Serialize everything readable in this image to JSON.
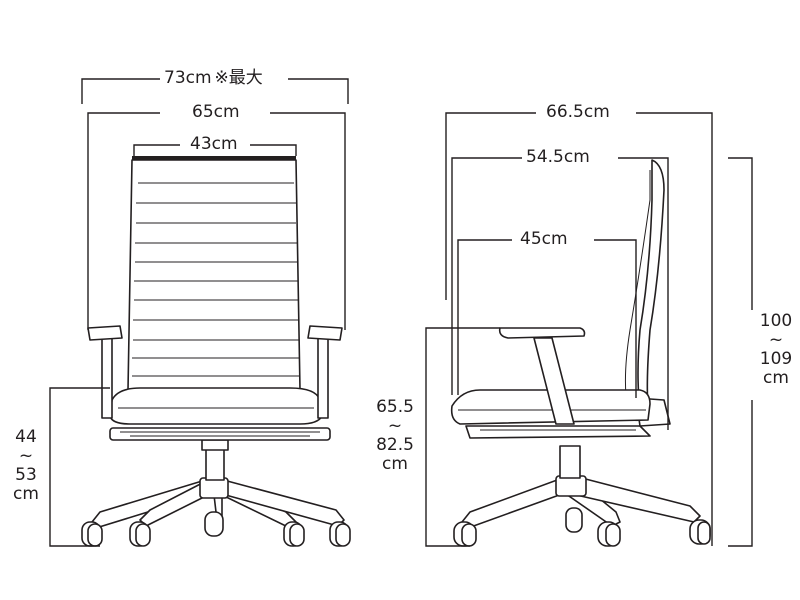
{
  "dimensions": {
    "max_width": {
      "value": "73cm",
      "note": "※最大"
    },
    "arm_width": "65cm",
    "back_width": "43cm",
    "depth": "66.5cm",
    "back_depth": "54.5cm",
    "seat_depth": "45cm",
    "total_height": {
      "min": "100",
      "sep": "~",
      "max": "109",
      "unit": "cm"
    },
    "arm_height": {
      "min": "65.5",
      "sep": "~",
      "max": "82.5",
      "unit": "cm"
    },
    "seat_height": {
      "min": "44",
      "sep": "~",
      "max": "53",
      "unit": "cm"
    }
  }
}
